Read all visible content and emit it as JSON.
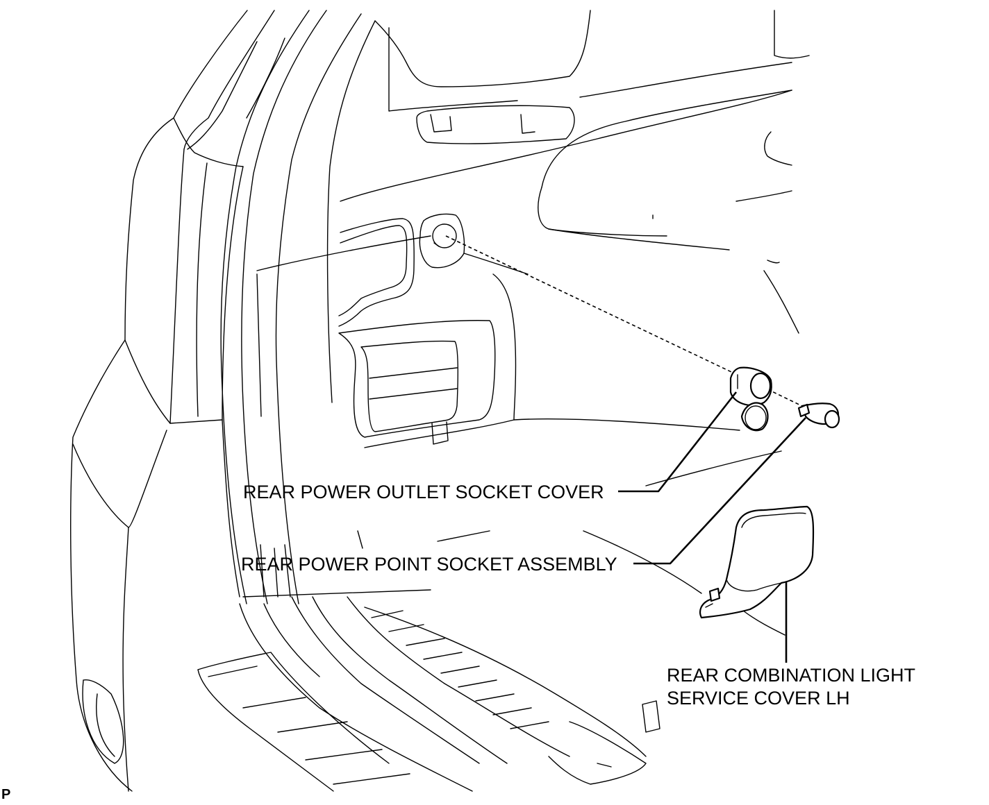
{
  "labels": {
    "socket_cover": "REAR POWER OUTLET SOCKET COVER",
    "socket_assembly": "REAR POWER POINT SOCKET ASSEMBLY",
    "service_cover_line1": "REAR COMBINATION LIGHT",
    "service_cover_line2": "SERVICE COVER LH"
  },
  "corner_mark": "P"
}
